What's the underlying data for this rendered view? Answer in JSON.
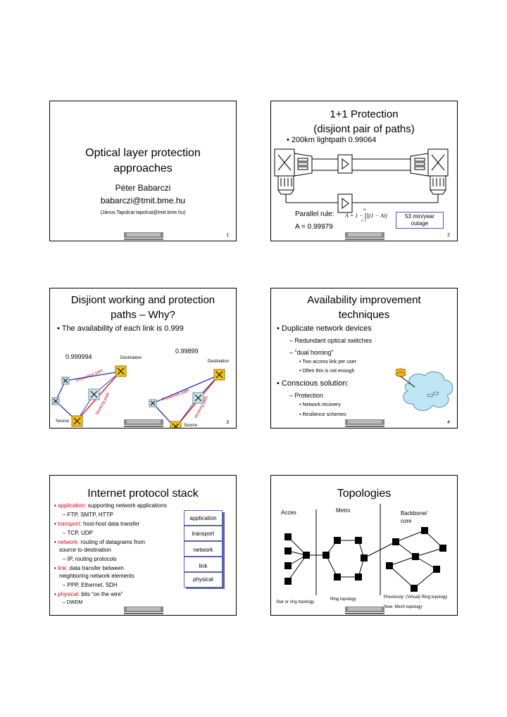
{
  "slide1": {
    "title_line1": "Optical layer protection",
    "title_line2": "approaches",
    "author": "Péter Babarczi",
    "email": "babarczi@tmit.bme.hu",
    "coauthor": "(János Tapolcai tapolcai@tmit.bme.hu)",
    "page": "1"
  },
  "slide2": {
    "title_line1": "1+1 Protection",
    "title_line2": "(disjiont pair of paths)",
    "bullet": "200km lightpath 0.99064",
    "parallel_label": "Parallel rule:",
    "formula": "A = 1 − ∏(1 − Ai)",
    "formula_top": "m",
    "formula_bottom": "i=1",
    "result": "A = 0.99979",
    "outage_line1": "53 min/year",
    "outage_line2": "outage",
    "page": "2"
  },
  "slide3": {
    "title_line1": "Disjiont working and protection",
    "title_line2": "paths – Why?",
    "bullet": "The availability of each link is 0.999",
    "left_avail": "0.999994",
    "right_avail": "0.99899",
    "destination": "Destination",
    "source": "Source",
    "protection_path": "Protection path",
    "working_path": "Working path",
    "page": "3"
  },
  "slide4": {
    "title_line1": "Availability improvement",
    "title_line2": "techniques",
    "b1": "Duplicate network devices",
    "b1a": "– Redundant optical switches",
    "b1b": "– “dual homing”",
    "b1b1": "Two access link per user",
    "b1b2": "Often this is not enough",
    "b2": "Conscious solution:",
    "b2a": "– Protection",
    "b2a1": "Network recovery",
    "b2a2": "Resilience schemes",
    "page": "4"
  },
  "slide5": {
    "title": "Internet protocol stack",
    "app_term": "application:",
    "app_desc": "supporting network applications",
    "app_sub": "– FTP, SMTP, HTTP",
    "tr_term": "transport:",
    "tr_desc": "host-host data transfer",
    "tr_sub": "– TCP, UDP",
    "net_term": "network:",
    "net_desc1": "routing of datagrams from",
    "net_desc2": "source to destination",
    "net_sub": "– IP, routing protocols",
    "link_term": "link:",
    "link_desc1": "data transfer between",
    "link_desc2": "neighboring  network elements",
    "link_sub": "– PPP, Ethernet, SDH",
    "phy_term": "physical:",
    "phy_desc": "bits “on the wire”",
    "phy_sub": "– DWDM",
    "stack": [
      "application",
      "transport",
      "network",
      "link",
      "physical"
    ]
  },
  "slide6": {
    "title": "Topologies",
    "acces": "Acces",
    "metro": "Metro",
    "backbone1": "Backbone/",
    "backbone2": "core",
    "star": "Star or ring topology",
    "ring": "Ring topology",
    "prev": "Previously: (Virtual) Ring topology",
    "now": "Now: Mesh topology"
  }
}
